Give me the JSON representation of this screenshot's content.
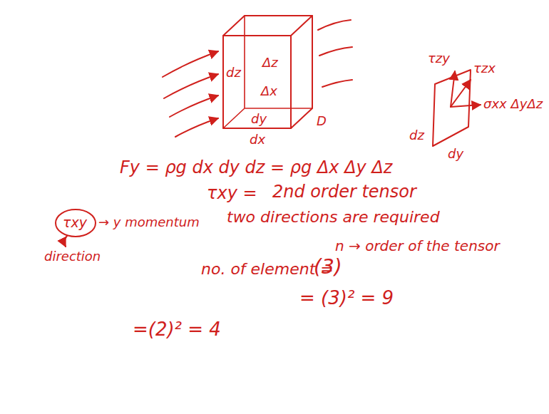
{
  "diagram": {
    "labels": [
      "dz",
      "Δz",
      "Δx",
      "dy",
      "dx",
      "D",
      "τzy",
      "τzx",
      "σxx ΔyΔz",
      "dz",
      "dy",
      "Fy = ρg dx dy dz = ρg Δx Δy Δz",
      "τxy =",
      "2nd order tensor",
      "two directions are required",
      "τxy",
      "→ y momentum",
      "direction",
      "no. of element =",
      "(3)",
      "n → order of the tensor",
      "= (3)² = 9",
      "=(2)² = 4"
    ]
  }
}
